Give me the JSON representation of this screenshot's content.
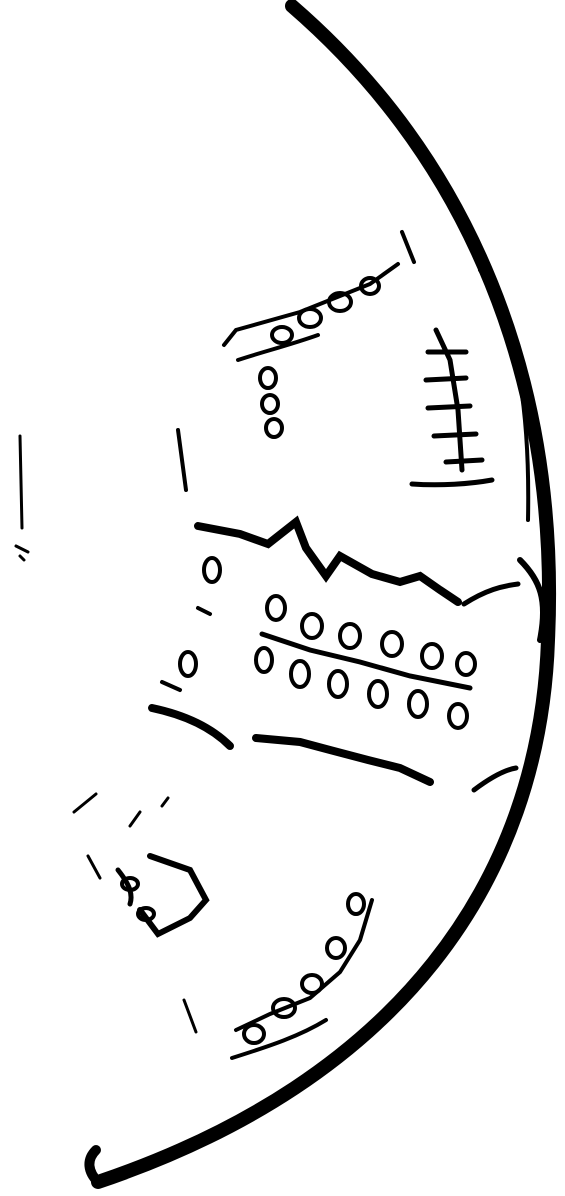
{
  "image": {
    "background_color": "#ffffff",
    "ink_color": "#000000"
  },
  "elements": {
    "outer_rim": "curved-border-arc",
    "top_ornament": "ring-cluster-top",
    "upper_right_ornament": "vertical-comb-motif",
    "central_ornament": "crenellated-band-with-rings",
    "lower_ornament": "ring-cluster-bottom",
    "left_marks": "stray-stroke-marks"
  }
}
